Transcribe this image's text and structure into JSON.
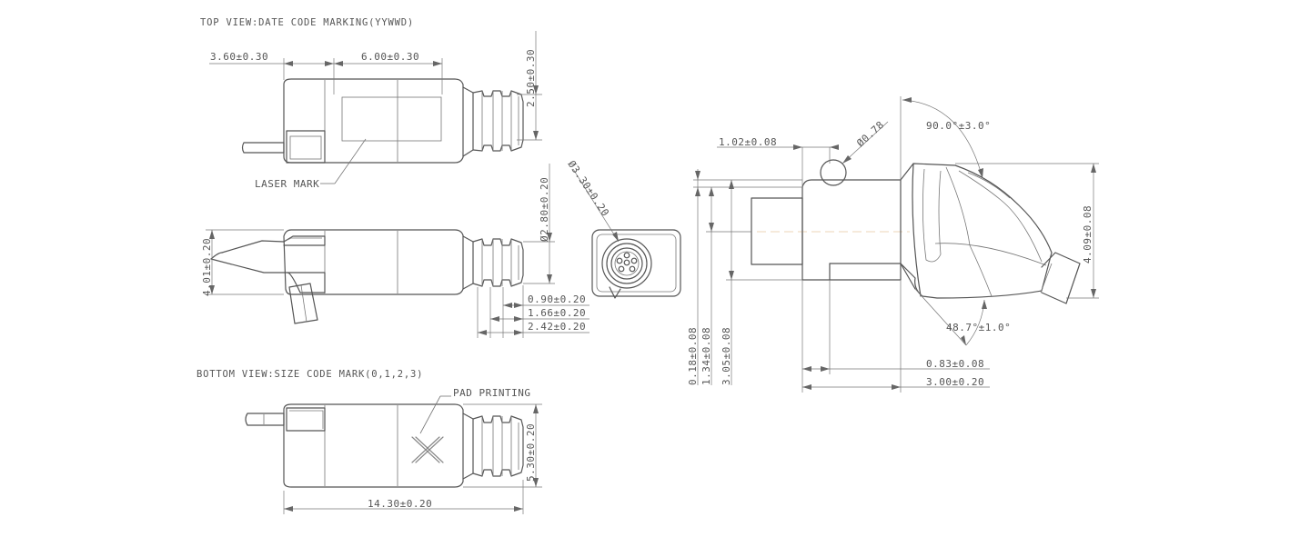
{
  "headers": {
    "top_view": "TOP VIEW:DATE CODE MARKING(YYWWD)",
    "bottom_view": "BOTTOM VIEW:SIZE CODE MARK(0,1,2,3)"
  },
  "callouts": {
    "laser_mark": "LASER MARK",
    "pad_printing": "PAD PRINTING"
  },
  "dimensions": {
    "d_3_60": "3.60±0.30",
    "d_6_00": "6.00±0.30",
    "d_2_50": "2.50±0.30",
    "d_2_80_dia": "Ø2.80±0.20",
    "d_3_30_dia": "Ø3.30±0.20",
    "d_4_01": "4.01±0.20",
    "d_0_90": "0.90±0.20",
    "d_1_66": "1.66±0.20",
    "d_2_42": "2.42±0.20",
    "d_5_30": "5.30±0.20",
    "d_14_30": "14.30±0.20",
    "d_1_02": "1.02±0.08",
    "d_0_78_dia": "Ø0.78",
    "d_90_0": "90.0°±3.0°",
    "d_4_09": "4.09±0.08",
    "d_48_7": "48.7°±1.0°",
    "d_0_18": "0.18±0.08",
    "d_1_34": "1.34±0.08",
    "d_3_05": "3.05±0.08",
    "d_0_83": "0.83±0.08",
    "d_3_00": "3.00±0.20"
  }
}
